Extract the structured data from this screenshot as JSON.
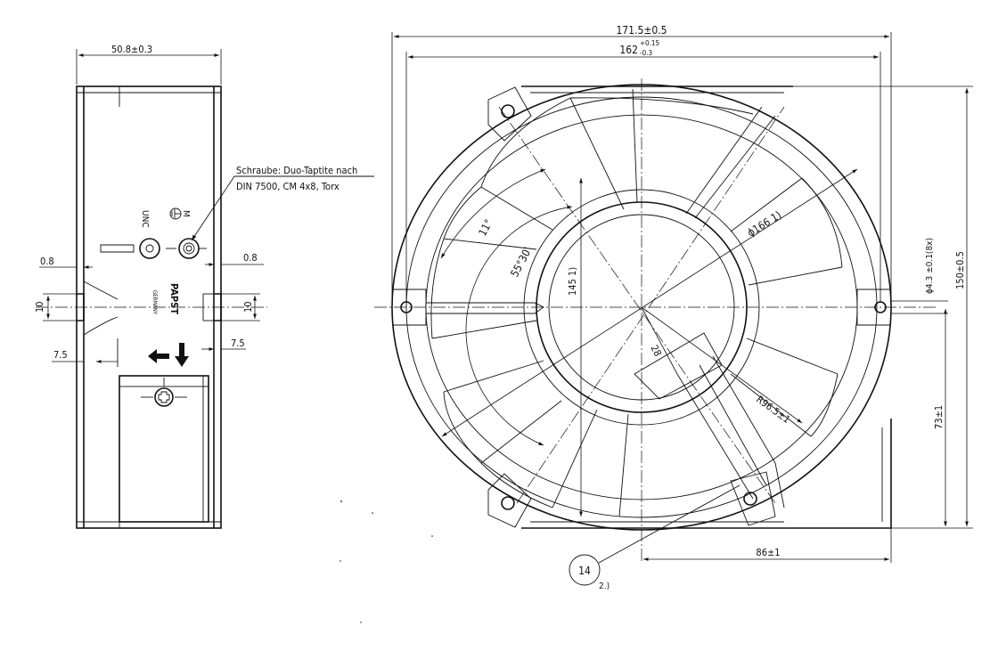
{
  "side_view": {
    "width_dim": "50.8±0.3",
    "screw_note_line1": "Schraube: Duo-Taptite nach",
    "screw_note_line2": "DIN 7500, CM 4x8, Torx",
    "label_unc": "UNC",
    "label_m": "M",
    "dim_left_08": "0.8",
    "dim_right_08": "0.8",
    "dim_left_10": "10",
    "dim_right_10": "10",
    "dim_left_75": "7.5",
    "dim_right_75": "7.5",
    "brand": "PAPST",
    "country": "GERMANY"
  },
  "front_view": {
    "width_outer": "171.5±0.5",
    "width_inner_main": "162",
    "width_inner_tol_upper": "+0.15",
    "width_inner_tol_lower": "-0.3",
    "angle_11": "11°",
    "angle_5530": "55°30'",
    "dim_145": "145 1)",
    "dia_166": "ϕ166 1)",
    "hole_dia": "ϕ4.3 ±0.1(8x)",
    "height_150": "150±0.5",
    "height_73": "73±1",
    "dim_28": "28",
    "radius": "R96.5±1",
    "dim_86": "86±1",
    "callout_num": "14",
    "callout_note": "2.)"
  }
}
